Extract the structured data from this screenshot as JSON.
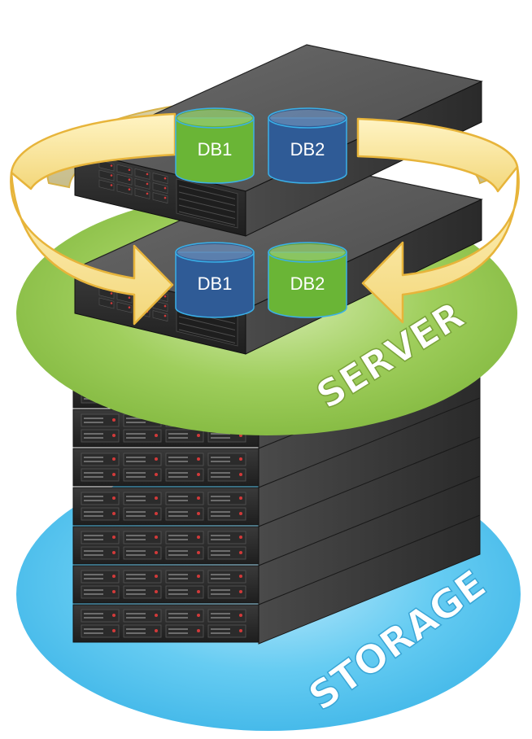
{
  "labels": {
    "server": "SERVER",
    "storage": "STORAGE"
  },
  "top_server": {
    "databases": [
      {
        "label": "DB1",
        "color": "#6ab536"
      },
      {
        "label": "DB2",
        "color": "#2f5b96"
      }
    ]
  },
  "bottom_server": {
    "databases": [
      {
        "label": "DB1",
        "color": "#2f5b96"
      },
      {
        "label": "DB2",
        "color": "#6ab536"
      }
    ]
  },
  "colors": {
    "server_disc": "#8cc63f",
    "storage_disc": "#4fc3f0",
    "arrow_fill": "#f3de8f",
    "arrow_stroke": "#e7b43a",
    "db_green": "#6ab536",
    "db_blue": "#2f5b96",
    "chassis": "#3a3a3a"
  },
  "storage_units": 7
}
